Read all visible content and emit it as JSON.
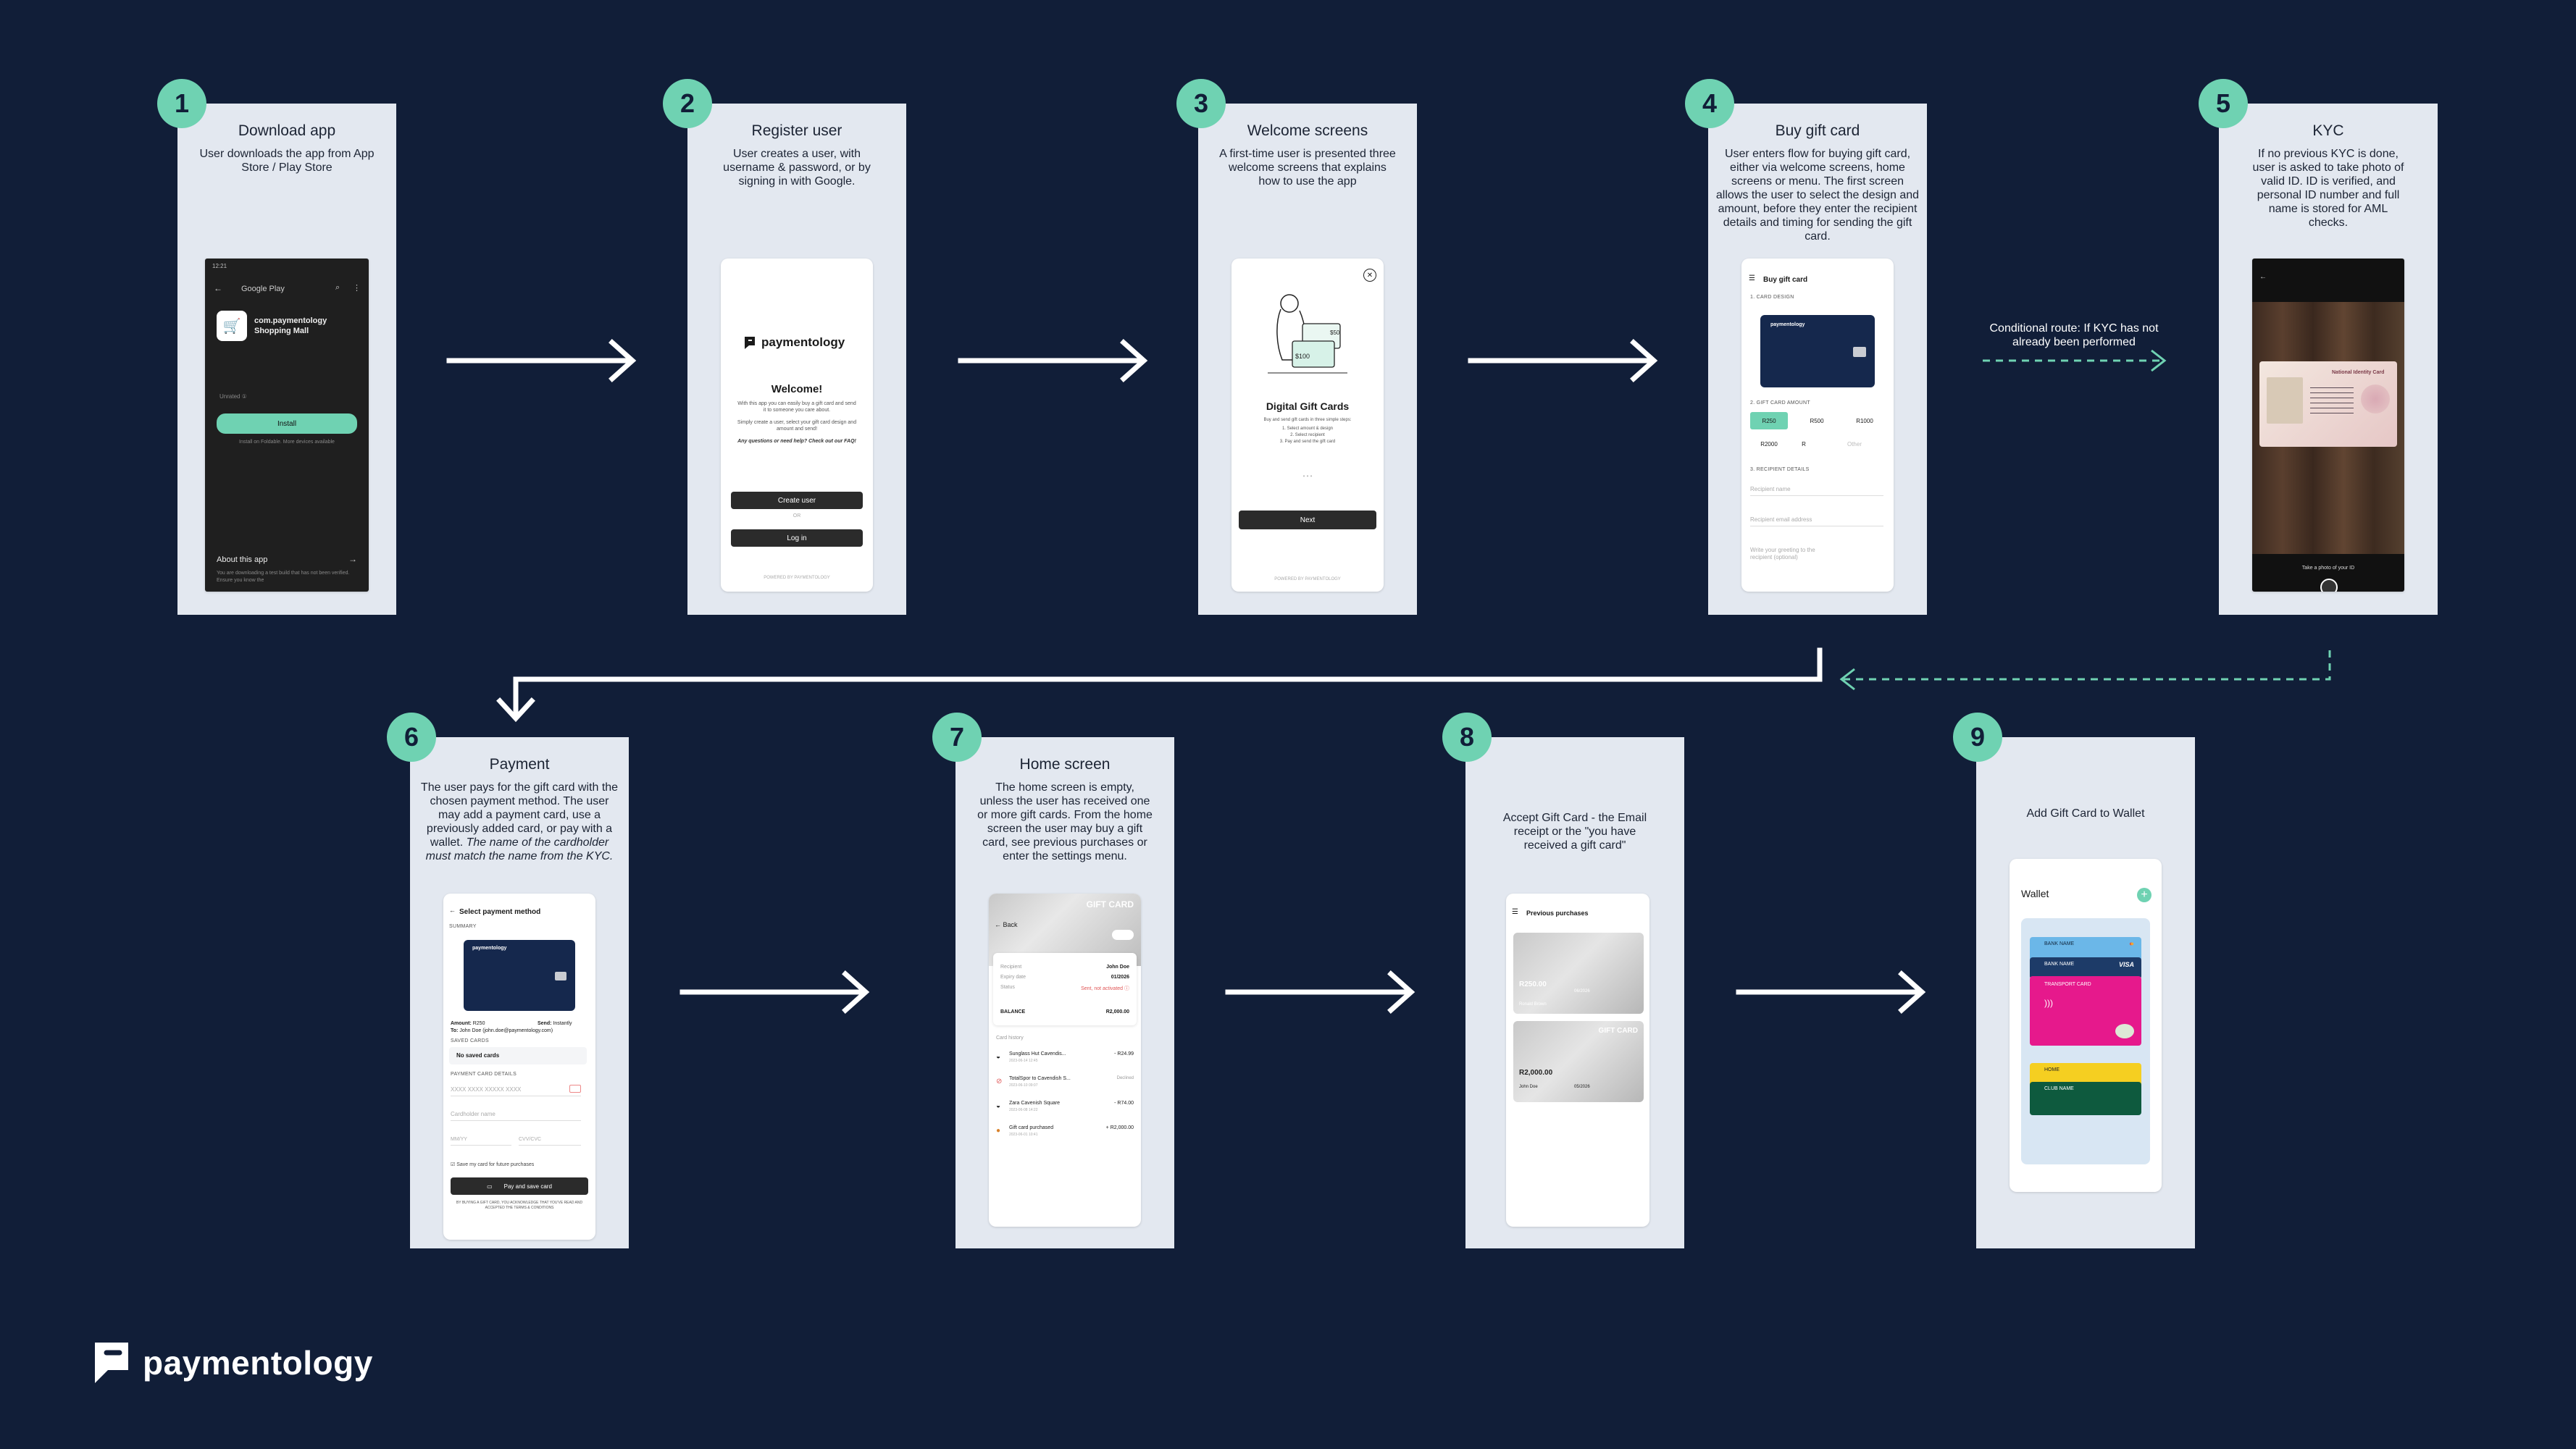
{
  "steps": [
    {
      "num": "1",
      "title": "Download app",
      "desc": "User downloads the app from App Store / Play Store"
    },
    {
      "num": "2",
      "title": "Register user",
      "desc": "User creates a user, with username & password, or by signing in with Google."
    },
    {
      "num": "3",
      "title": "Welcome screens",
      "desc": "A first-time user is presented three welcome screens that explains how to use the app"
    },
    {
      "num": "4",
      "title": "Buy gift card",
      "desc": "User enters flow for buying gift card, either via welcome screens, home screens or menu. The first screen allows the user to select the design and amount, before they enter the recipient details and timing for sending the gift card."
    },
    {
      "num": "5",
      "title": "KYC",
      "desc": "If no previous KYC is done, user is asked to take photo of valid ID. ID is verified, and personal ID number and full name is stored for AML checks."
    },
    {
      "num": "6",
      "title": "Payment",
      "desc": "The user pays for the gift card with the chosen payment method. The user may add a payment card, use a previously added card, or pay with a wallet.",
      "desc_italic": "The name of the cardholder must match the name from the KYC."
    },
    {
      "num": "7",
      "title": "Home screen",
      "desc": "The home screen is empty, unless the user has received one or more gift cards. From the home screen the user may buy a gift card, see previous purchases or enter the settings menu."
    },
    {
      "num": "8",
      "title": "",
      "desc": "Accept Gift Card - the Email receipt or the \"you have received a gift card\""
    },
    {
      "num": "9",
      "title": "",
      "desc": "Add Gift Card to Wallet"
    }
  ],
  "conditional_note": "Conditional route: If KYC has not already been performed",
  "brand": "paymentology",
  "colors": {
    "background": "#111e38",
    "accent": "#6fd2b2",
    "panel": "#e3e8f0",
    "navy_card": "#15284d"
  },
  "s1": {
    "status": "12:21",
    "store": "Google Play",
    "app_name": "com.paymentology",
    "app_sub": "Shopping Mall",
    "unrated": "Unrated ①",
    "install": "Install",
    "install_note": "Install on Foldable. More devices available",
    "about": "About this app",
    "about_note": "You are downloading a test build that has not been verified. Ensure you know the"
  },
  "s2": {
    "welcome": "Welcome!",
    "p1": "With this app you can easily buy a gift card and send it to someone you care about.",
    "p2": "Simply create a user, select your gift card design and amount and send!",
    "p3": "Any questions or need help? Check out our FAQ!",
    "create": "Create user",
    "or": "OR",
    "login": "Log in",
    "footer": "POWERED BY PAYMENTOLOGY"
  },
  "s3": {
    "heading": "Digital Gift Cards",
    "sub": "Buy and send gift cards in three simple steps:",
    "steps": [
      "1. Select amount & design",
      "2. Select recipient",
      "3. Pay and send the gift card"
    ],
    "next": "Next",
    "footer": "POWERED BY PAYMENTOLOGY",
    "price1": "$50",
    "price2": "$100"
  },
  "s4": {
    "title": "Buy gift card",
    "sec1": "1. CARD DESIGN",
    "sec2": "2. GIFT CARD AMOUNT",
    "amounts": [
      "R250",
      "R500",
      "R1000",
      "R2000",
      "R",
      "Other"
    ],
    "sec3": "3. RECIPIENT DETAILS",
    "f1": "Recipient name",
    "f2": "Recipient email address",
    "f3": "Write your greeting to the recipient (optional)"
  },
  "s5": {
    "id_title": "National Identity Card",
    "caption": "Take a photo of your ID"
  },
  "s6": {
    "title": "Select payment method",
    "summary": "SUMMARY",
    "amount_lbl": "Amount:",
    "amount": "R250",
    "send_lbl": "Send:",
    "send": "Instantly",
    "to_lbl": "To:",
    "to": "John Doe (john.doe@paymentology.com)",
    "saved": "SAVED CARDS",
    "no_saved": "No saved cards",
    "details": "PAYMENT CARD DETAILS",
    "card_no": "XXXX XXXX XXXXX XXXX",
    "holder": "Cardholder name",
    "mm": "MM/YY",
    "cvv": "CVV/CVC",
    "save": "Save my card for future purchases",
    "pay": "Pay and save card",
    "terms": "BY BUYING A GIFT CARD, YOU ACKNOWLEDGE THAT YOU'VE READ AND ACCEPTED THE TERMS & CONDITIONS"
  },
  "s7": {
    "gift": "GIFT CARD",
    "back": "Back",
    "rows": [
      [
        "Recipient",
        "John Doe"
      ],
      [
        "Expiry date",
        "01/2026"
      ],
      [
        "Status",
        "Sent, not activated ⓘ"
      ]
    ],
    "balance_lbl": "BALANCE",
    "balance": "R2,000.00",
    "history": "Card history",
    "tx": [
      [
        "Sunglass Hut Cavendis...",
        "- R24.99",
        "2023-06-14 12:45"
      ],
      [
        "TotalSpor to Cavendish S...",
        "Declined",
        "2023-06-10 09:07"
      ],
      [
        "Zara Cavenish Square",
        "- R74.00",
        "2023-06-08 14:22"
      ],
      [
        "Gift card purchased",
        "+ R2,000.00",
        "2023-06-01 10:41"
      ]
    ]
  },
  "s8": {
    "title": "Previous purchases",
    "c1_amt": "R250.00",
    "c1_date": "06/2026",
    "c1_name": "Ronald Brown",
    "c2_amt": "R2,000.00",
    "c2_date": "05/2026",
    "c2_name": "John Doe",
    "gift": "GIFT CARD"
  },
  "s9": {
    "title": "Wallet",
    "cards": [
      "BANK NAME",
      "BANK NAME",
      "TRANSPORT CARD",
      "HOME",
      "CLUB NAME"
    ],
    "visa": "VISA"
  }
}
